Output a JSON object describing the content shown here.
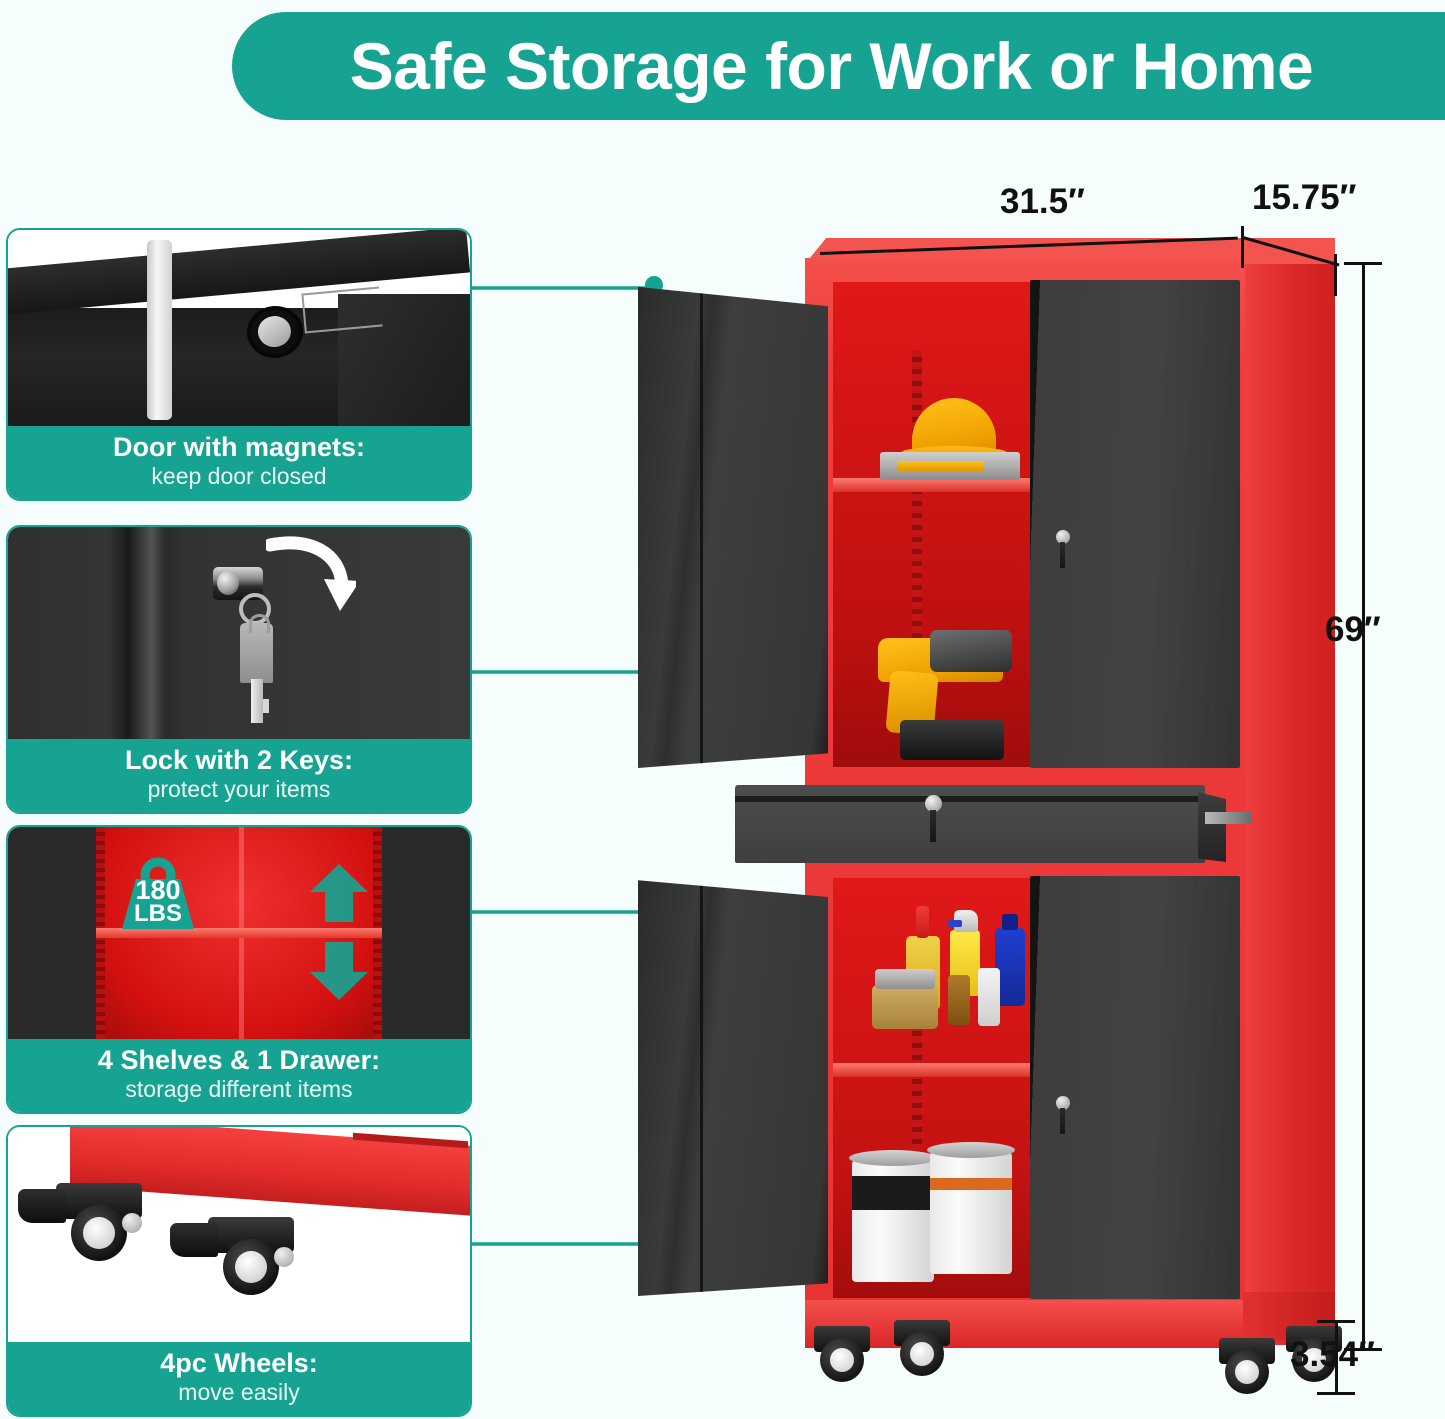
{
  "header": {
    "title": "Safe Storage for Work or Home",
    "banner_color": "#17a391",
    "text_color": "#ffffff"
  },
  "theme": {
    "background": "#f5fdfd",
    "accent_teal": "#17a391",
    "cabinet_red": "#e93434",
    "door_black": "#3a3a3a"
  },
  "features": [
    {
      "id": "door-magnets",
      "title": "Door with magnets:",
      "subtitle": "keep door closed",
      "icon": "magnet-icon"
    },
    {
      "id": "lock-keys",
      "title": "Lock with 2 Keys:",
      "subtitle": "protect your items",
      "icon": "lock-icon"
    },
    {
      "id": "shelves-drawer",
      "title": "4 Shelves & 1 Drawer:",
      "subtitle": "storage different items",
      "icon": "shelf-icon",
      "badge": {
        "value": "180",
        "unit": "LBS",
        "icon": "weight-icon"
      }
    },
    {
      "id": "wheels",
      "title": "4pc Wheels:",
      "subtitle": "move easily",
      "icon": "caster-wheel-icon"
    }
  ],
  "dimensions": {
    "width": "31.5″",
    "depth": "15.75″",
    "height": "69″",
    "base_height": "3.54″"
  },
  "product": {
    "name": "rolling-steel-storage-cabinet",
    "door_count": 4,
    "drawer_count": 1
  }
}
